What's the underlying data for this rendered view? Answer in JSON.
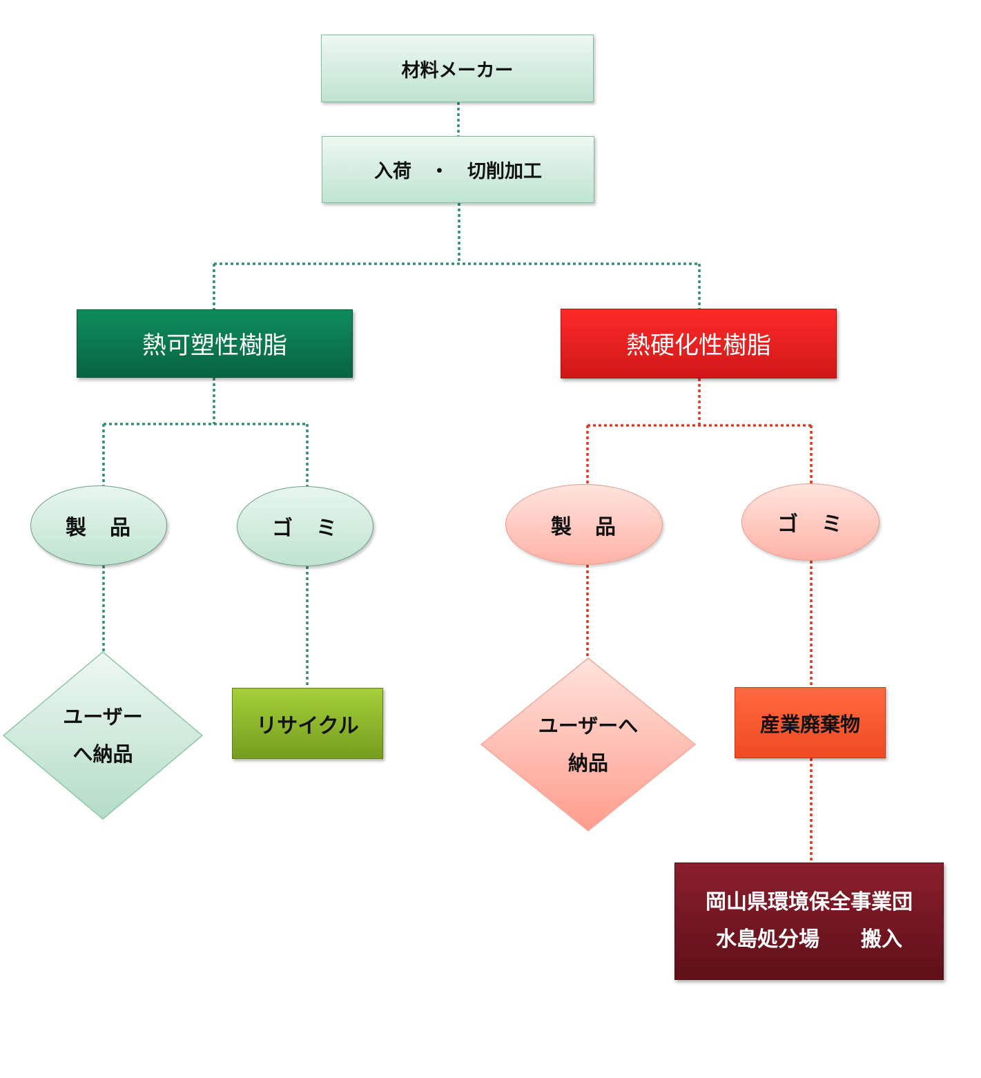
{
  "nodes": {
    "material_maker": "材料メーカー",
    "receiving_cutting": "入荷　・　切削加工",
    "thermoplastic": "熱可塑性樹脂",
    "thermoset": "熱硬化性樹脂",
    "tp_product": "製　品",
    "tp_waste": "ゴ　ミ",
    "ts_product": "製　品",
    "ts_waste": "ゴ　ミ",
    "tp_delivery": [
      "ユーザー",
      "へ納品"
    ],
    "recycle": "リサイクル",
    "ts_delivery": [
      "ユーザーへ",
      "納品"
    ],
    "industrial_waste": "産業廃棄物",
    "disposal": [
      "岡山県環境保全事業団",
      "水島処分場　　搬入"
    ]
  },
  "colors": {
    "teal_connector": "#2e8b7a",
    "red_connector": "#e8321e"
  }
}
